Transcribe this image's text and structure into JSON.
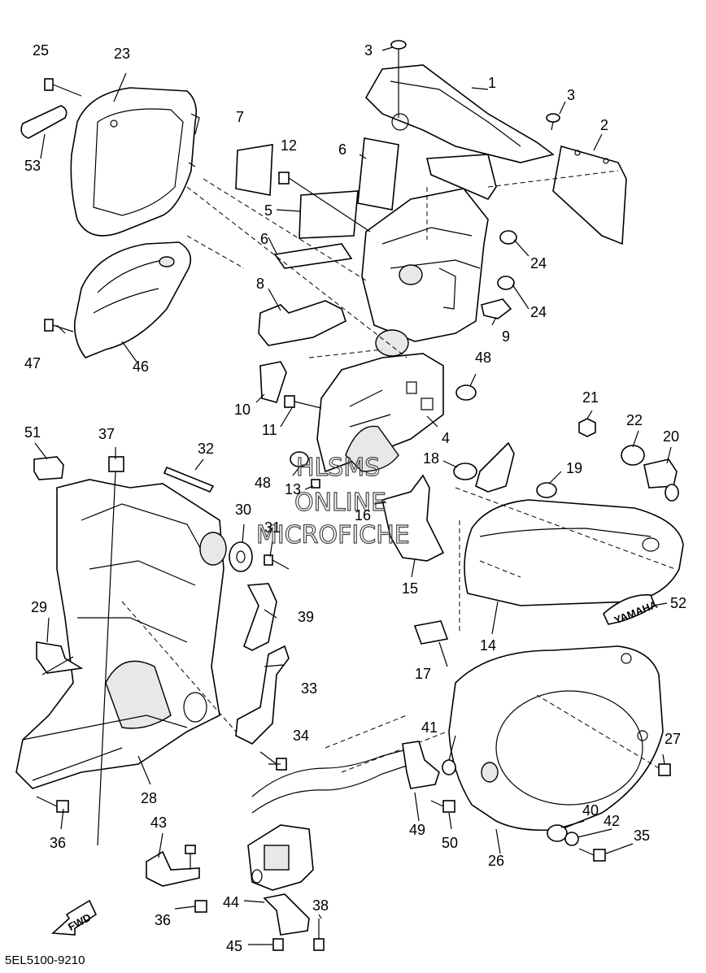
{
  "diagram": {
    "code": "5EL5100-9210",
    "watermark": [
      "HLSMS",
      "ONLINE",
      "MICROFICHE"
    ],
    "fwd_label": "FWD",
    "emblem_text": "YAMAHA",
    "callouts": [
      {
        "id": "1",
        "text": "1"
      },
      {
        "id": "2",
        "text": "2"
      },
      {
        "id": "3a",
        "text": "3"
      },
      {
        "id": "3b",
        "text": "3"
      },
      {
        "id": "4",
        "text": "4"
      },
      {
        "id": "5",
        "text": "5"
      },
      {
        "id": "6a",
        "text": "6"
      },
      {
        "id": "6b",
        "text": "6"
      },
      {
        "id": "7",
        "text": "7"
      },
      {
        "id": "8",
        "text": "8"
      },
      {
        "id": "9",
        "text": "9"
      },
      {
        "id": "10",
        "text": "10"
      },
      {
        "id": "11",
        "text": "11"
      },
      {
        "id": "12",
        "text": "12"
      },
      {
        "id": "13",
        "text": "13"
      },
      {
        "id": "14",
        "text": "14"
      },
      {
        "id": "15",
        "text": "15"
      },
      {
        "id": "16",
        "text": "16"
      },
      {
        "id": "17",
        "text": "17"
      },
      {
        "id": "18",
        "text": "18"
      },
      {
        "id": "19",
        "text": "19"
      },
      {
        "id": "20",
        "text": "20"
      },
      {
        "id": "21",
        "text": "21"
      },
      {
        "id": "22",
        "text": "22"
      },
      {
        "id": "23",
        "text": "23"
      },
      {
        "id": "24a",
        "text": "24"
      },
      {
        "id": "24b",
        "text": "24"
      },
      {
        "id": "25",
        "text": "25"
      },
      {
        "id": "26",
        "text": "26"
      },
      {
        "id": "27",
        "text": "27"
      },
      {
        "id": "28",
        "text": "28"
      },
      {
        "id": "29",
        "text": "29"
      },
      {
        "id": "30",
        "text": "30"
      },
      {
        "id": "31",
        "text": "31"
      },
      {
        "id": "32",
        "text": "32"
      },
      {
        "id": "33",
        "text": "33"
      },
      {
        "id": "34",
        "text": "34"
      },
      {
        "id": "35",
        "text": "35"
      },
      {
        "id": "36a",
        "text": "36"
      },
      {
        "id": "36b",
        "text": "36"
      },
      {
        "id": "37",
        "text": "37"
      },
      {
        "id": "38",
        "text": "38"
      },
      {
        "id": "39",
        "text": "39"
      },
      {
        "id": "40",
        "text": "40"
      },
      {
        "id": "41",
        "text": "41"
      },
      {
        "id": "42",
        "text": "42"
      },
      {
        "id": "43",
        "text": "43"
      },
      {
        "id": "44",
        "text": "44"
      },
      {
        "id": "45",
        "text": "45"
      },
      {
        "id": "46",
        "text": "46"
      },
      {
        "id": "47",
        "text": "47"
      },
      {
        "id": "48a",
        "text": "48"
      },
      {
        "id": "48b",
        "text": "48"
      },
      {
        "id": "49",
        "text": "49"
      },
      {
        "id": "50",
        "text": "50"
      },
      {
        "id": "51",
        "text": "51"
      },
      {
        "id": "52",
        "text": "52"
      },
      {
        "id": "53",
        "text": "53"
      }
    ]
  }
}
